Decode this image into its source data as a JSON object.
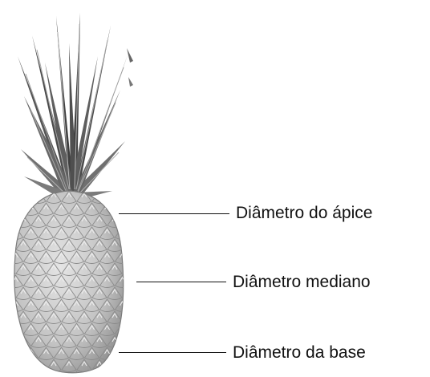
{
  "labels": {
    "apex": "Diâmetro do ápice",
    "middle": "Diâmetro mediano",
    "base": "Diâmetro da base"
  },
  "colors": {
    "leaf_dark": "#3f3f3f",
    "leaf_mid": "#6e6e6e",
    "leaf_light": "#b9b9b9",
    "fruit_base": "#c6c6c6",
    "fruit_shadow": "#8a8a8a",
    "fruit_highlight": "#ececec",
    "line": "#111111"
  },
  "icons": {
    "fruit": "pineapple-icon"
  }
}
